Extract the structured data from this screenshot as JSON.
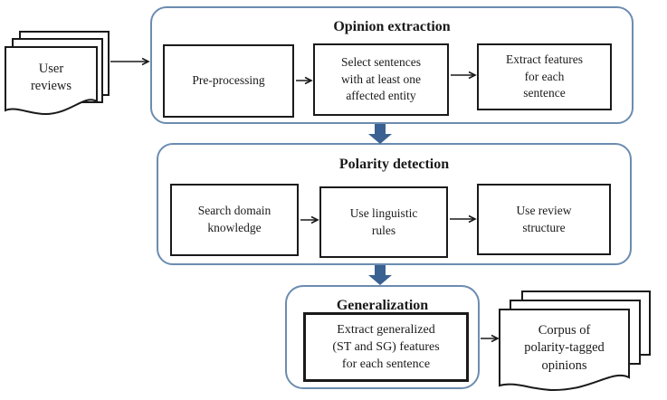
{
  "colors": {
    "container_border": "#6c8cb0",
    "flow_arrow": "#3a6191",
    "box_border": "#1a1a1a",
    "text": "#1a1a1a",
    "background": "#ffffff"
  },
  "source_doc": {
    "label": "User\nreviews"
  },
  "stages": [
    {
      "title": "Opinion extraction",
      "boxes": [
        "Pre-processing",
        "Select sentences\nwith at least one\naffected entity",
        "Extract features\nfor each\nsentence"
      ]
    },
    {
      "title": "Polarity detection",
      "boxes": [
        "Search domain\nknowledge",
        "Use linguistic\nrules",
        "Use review\nstructure"
      ]
    },
    {
      "title": "Generalization",
      "boxes": [
        "Extract generalized\n(ST and SG) features\nfor each sentence"
      ]
    }
  ],
  "output_doc": {
    "label": "Corpus of\npolarity-tagged\nopinions"
  }
}
